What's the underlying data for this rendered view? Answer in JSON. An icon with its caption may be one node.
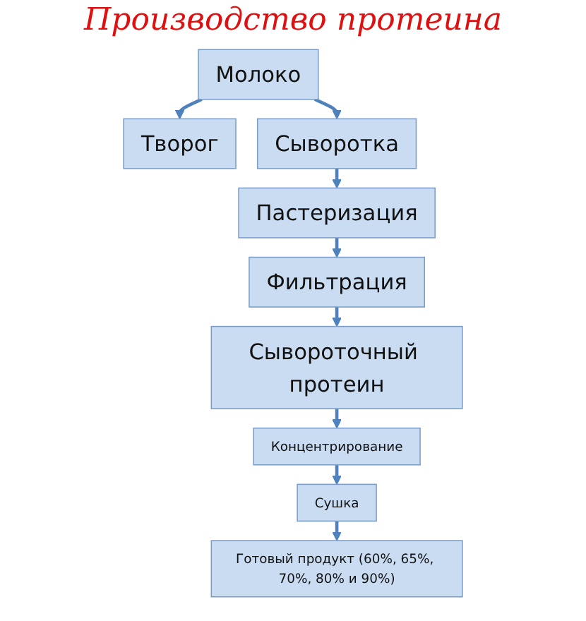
{
  "diagram": {
    "title": "Производство протеина",
    "nodes": [
      {
        "text": [
          "Молоко"
        ]
      },
      {
        "text": [
          "Творог"
        ]
      },
      {
        "text": [
          "Сыворотка"
        ]
      },
      {
        "text": [
          "Пастеризация"
        ]
      },
      {
        "text": [
          "Фильтрация"
        ]
      },
      {
        "text": [
          "Сывороточный протеин"
        ]
      },
      {
        "text": [
          "Концентрирование"
        ]
      },
      {
        "text": [
          "Сушка"
        ]
      },
      {
        "text": [
          "Готовый продукт (60%, 65%, 70%, 80% и 90%)"
        ]
      }
    ],
    "edges": [
      {
        "from": 0,
        "to": 1,
        "arrow": "to"
      },
      {
        "from": 0,
        "to": 2,
        "arrow": "to"
      },
      {
        "from": 2,
        "to": 3,
        "arrow": "to"
      },
      {
        "from": 3,
        "to": 4,
        "arrow": "to"
      },
      {
        "from": 4,
        "to": 5,
        "arrow": "to"
      },
      {
        "from": 5,
        "to": 6,
        "arrow": "to"
      },
      {
        "from": 6,
        "to": 7,
        "arrow": "to"
      },
      {
        "from": 7,
        "to": 8,
        "arrow": "to"
      }
    ]
  }
}
